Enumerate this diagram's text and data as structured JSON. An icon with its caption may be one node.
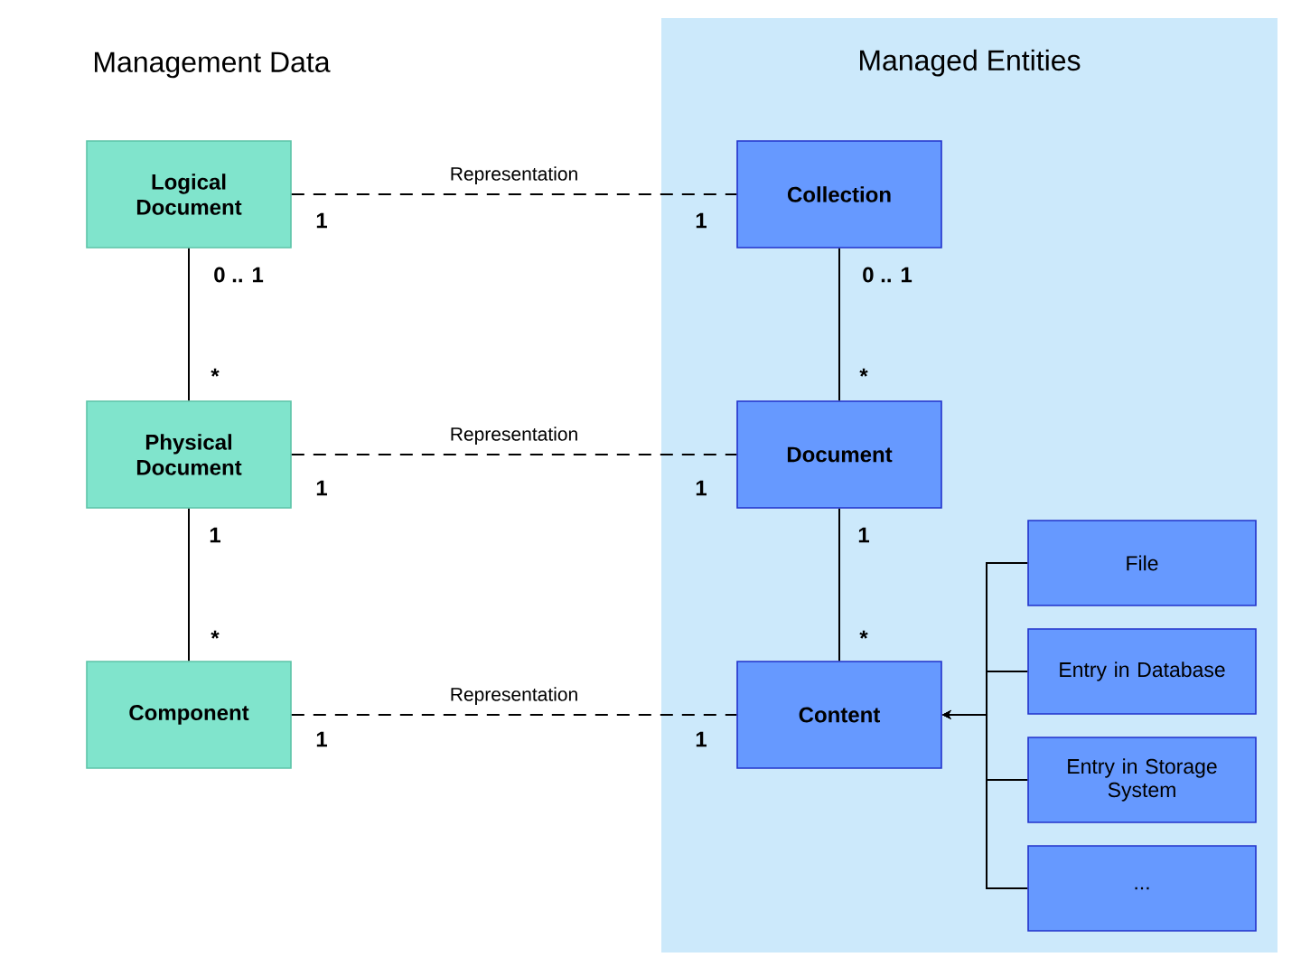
{
  "diagram": {
    "nodes": [
      {
        "text": [
          "Managed Entities"
        ]
      },
      {
        "text": [
          "Logical Document"
        ]
      },
      {
        "text": [
          "Physical Document"
        ]
      },
      {
        "text": [
          "Component"
        ]
      },
      {
        "text": [
          "Collection"
        ],
        "in": 0
      },
      {
        "text": [
          "Document"
        ],
        "in": 0
      },
      {
        "text": [
          "Content"
        ],
        "in": 0
      },
      {
        "text": [
          "File"
        ],
        "in": 0
      },
      {
        "text": [
          "Entry in Database"
        ],
        "in": 0
      },
      {
        "text": [
          "Entry in Storage System"
        ],
        "in": 0
      },
      {
        "text": [
          "..."
        ],
        "in": 0
      }
    ],
    "edges": [
      {
        "from": 1,
        "to": 4,
        "arrow": "none",
        "style": "dashed",
        "label": "Representation"
      },
      {
        "from": 1,
        "to": 2,
        "arrow": "none"
      },
      {
        "from": 4,
        "to": 5,
        "arrow": "none"
      },
      {
        "from": 2,
        "to": 5,
        "arrow": "none",
        "style": "dashed",
        "label": "Representation"
      },
      {
        "from": 2,
        "to": 3,
        "arrow": "none"
      },
      {
        "from": 5,
        "to": 6,
        "arrow": "none"
      },
      {
        "from": 3,
        "to": 6,
        "arrow": "none",
        "style": "dashed",
        "label": "Representation"
      },
      {
        "from": 7,
        "to": 6,
        "arrow": "to"
      },
      {
        "from": 8,
        "to": 6,
        "arrow": "to"
      },
      {
        "from": 9,
        "to": 6,
        "arrow": "to"
      },
      {
        "from": 10,
        "to": 6,
        "arrow": "to"
      }
    ],
    "labels": [
      "Management Data",
      "1",
      "1",
      "0 .. 1",
      "0 .. 1",
      "*",
      "*",
      "1",
      "1",
      "1",
      "1",
      "*",
      "*",
      "1",
      "1"
    ]
  }
}
